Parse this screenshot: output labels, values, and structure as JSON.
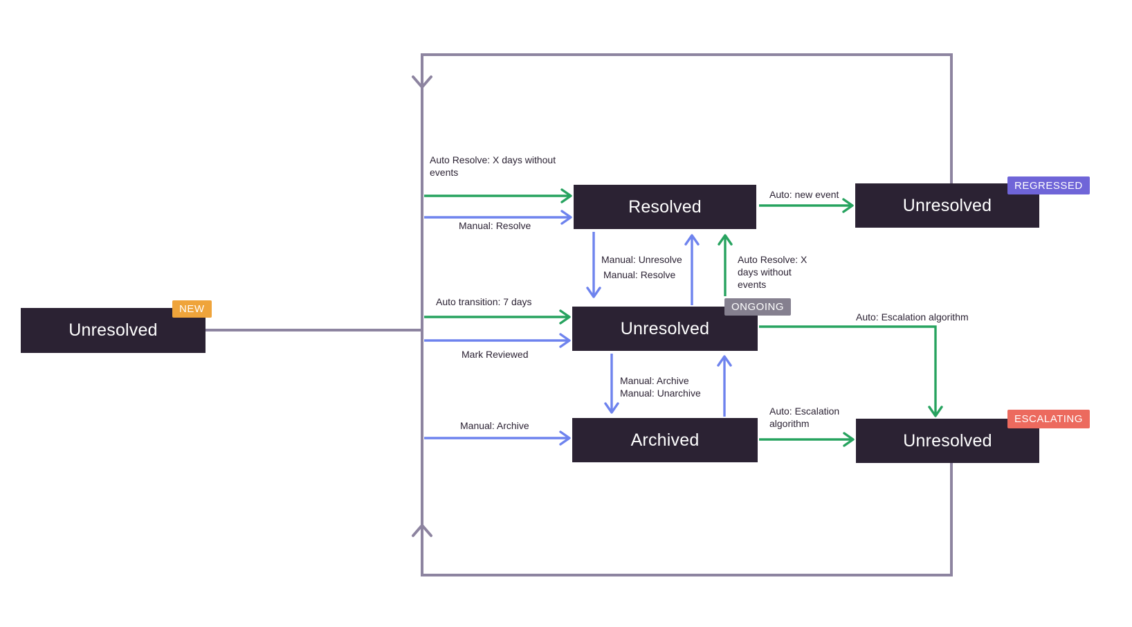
{
  "colors": {
    "node_bg": "#2b2233",
    "node_text": "#ffffff",
    "label_text": "#2b2233",
    "loop_line": "#8d84a0",
    "green": "#27a35f",
    "blue": "#6e83ee",
    "badge_new": "#efa43b",
    "badge_regressed": "#6f65d8",
    "badge_ongoing": "#85808f",
    "badge_escalating": "#ec6a5e"
  },
  "states": {
    "new": {
      "label": "Unresolved",
      "badge": "NEW"
    },
    "resolved": {
      "label": "Resolved"
    },
    "regressed": {
      "label": "Unresolved",
      "badge": "REGRESSED"
    },
    "ongoing": {
      "label": "Unresolved",
      "badge": "ONGOING"
    },
    "archived": {
      "label": "Archived"
    },
    "escalating": {
      "label": "Unresolved",
      "badge": "ESCALATING"
    }
  },
  "edges": {
    "auto_resolve_left": {
      "label": "Auto Resolve: X days without events"
    },
    "manual_resolve_left": {
      "label": "Manual: Resolve"
    },
    "auto_transition": {
      "label": "Auto transition: 7 days"
    },
    "mark_reviewed": {
      "label": "Mark Reviewed"
    },
    "manual_archive_left": {
      "label": "Manual: Archive"
    },
    "manual_unresolve": {
      "label": "Manual: Unresolve"
    },
    "manual_resolve_mid": {
      "label": "Manual: Resolve"
    },
    "auto_resolve_mid": {
      "label": "Auto Resolve: X days without events"
    },
    "manual_archive_mid": {
      "label": "Manual: Archive"
    },
    "manual_unarchive": {
      "label": "Manual: Unarchive"
    },
    "auto_new_event": {
      "label": "Auto: new event"
    },
    "auto_escalation_ongoing": {
      "label": "Auto: Escalation algorithm"
    },
    "auto_escalation_archived": {
      "label": "Auto: Escalation algorithm"
    }
  }
}
